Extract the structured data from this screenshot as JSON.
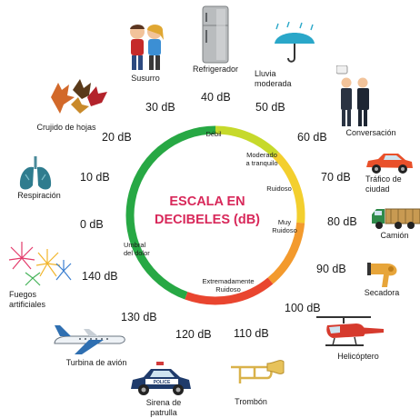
{
  "title": {
    "line1": "ESCALA EN",
    "line2": "DECIBELES (dB)"
  },
  "db_levels": [
    "0 dB",
    "10 dB",
    "20 dB",
    "30 dB",
    "40 dB",
    "50 dB",
    "60 dB",
    "70 dB",
    "80 dB",
    "90 dB",
    "100 dB",
    "110 dB",
    "120 dB",
    "130 dB",
    "140 dB"
  ],
  "zones": [
    {
      "lines": [
        "Débil"
      ]
    },
    {
      "lines": [
        "Moderado",
        "a tranquilo"
      ]
    },
    {
      "lines": [
        "Ruidoso"
      ]
    },
    {
      "lines": [
        "Muy",
        "Ruidoso"
      ]
    },
    {
      "lines": [
        "Extremadamente",
        "Ruidoso"
      ]
    },
    {
      "lines": [
        "Umbral",
        "del dolor"
      ]
    }
  ],
  "sources": [
    {
      "lines": [
        "Respiración"
      ],
      "icon": "lungs-icon"
    },
    {
      "lines": [
        "Crujido de hojas"
      ],
      "icon": "leaves-icon"
    },
    {
      "lines": [
        "Susurro"
      ],
      "icon": "whispering-children-icon"
    },
    {
      "lines": [
        "Refrigerador"
      ],
      "icon": "refrigerator-icon"
    },
    {
      "lines": [
        "Lluvia",
        "moderada"
      ],
      "icon": "umbrella-rain-icon"
    },
    {
      "lines": [
        "Conversación"
      ],
      "icon": "conversation-icon"
    },
    {
      "lines": [
        "Tráfico de",
        "ciudad"
      ],
      "icon": "car-icon"
    },
    {
      "lines": [
        "Camión"
      ],
      "icon": "truck-icon"
    },
    {
      "lines": [
        "Secadora"
      ],
      "icon": "hair-dryer-icon"
    },
    {
      "lines": [
        "Helicóptero"
      ],
      "icon": "helicopter-icon"
    },
    {
      "lines": [
        "Trombón"
      ],
      "icon": "trombone-icon"
    },
    {
      "lines": [
        "Sirena de",
        "patrulla"
      ],
      "icon": "police-car-icon",
      "badge": "POLICE"
    },
    {
      "lines": [
        "Turbina de avión"
      ],
      "icon": "airplane-icon"
    },
    {
      "lines": [
        "Fuegos",
        "artificiales"
      ],
      "icon": "fireworks-icon"
    }
  ],
  "colors": {
    "title": "#d8285a",
    "ring_green": "#27a844",
    "ring_yellow_green": "#c6d92b",
    "ring_yellow": "#f3cf2e",
    "ring_orange": "#f39a2d",
    "ring_red": "#e9452f"
  }
}
